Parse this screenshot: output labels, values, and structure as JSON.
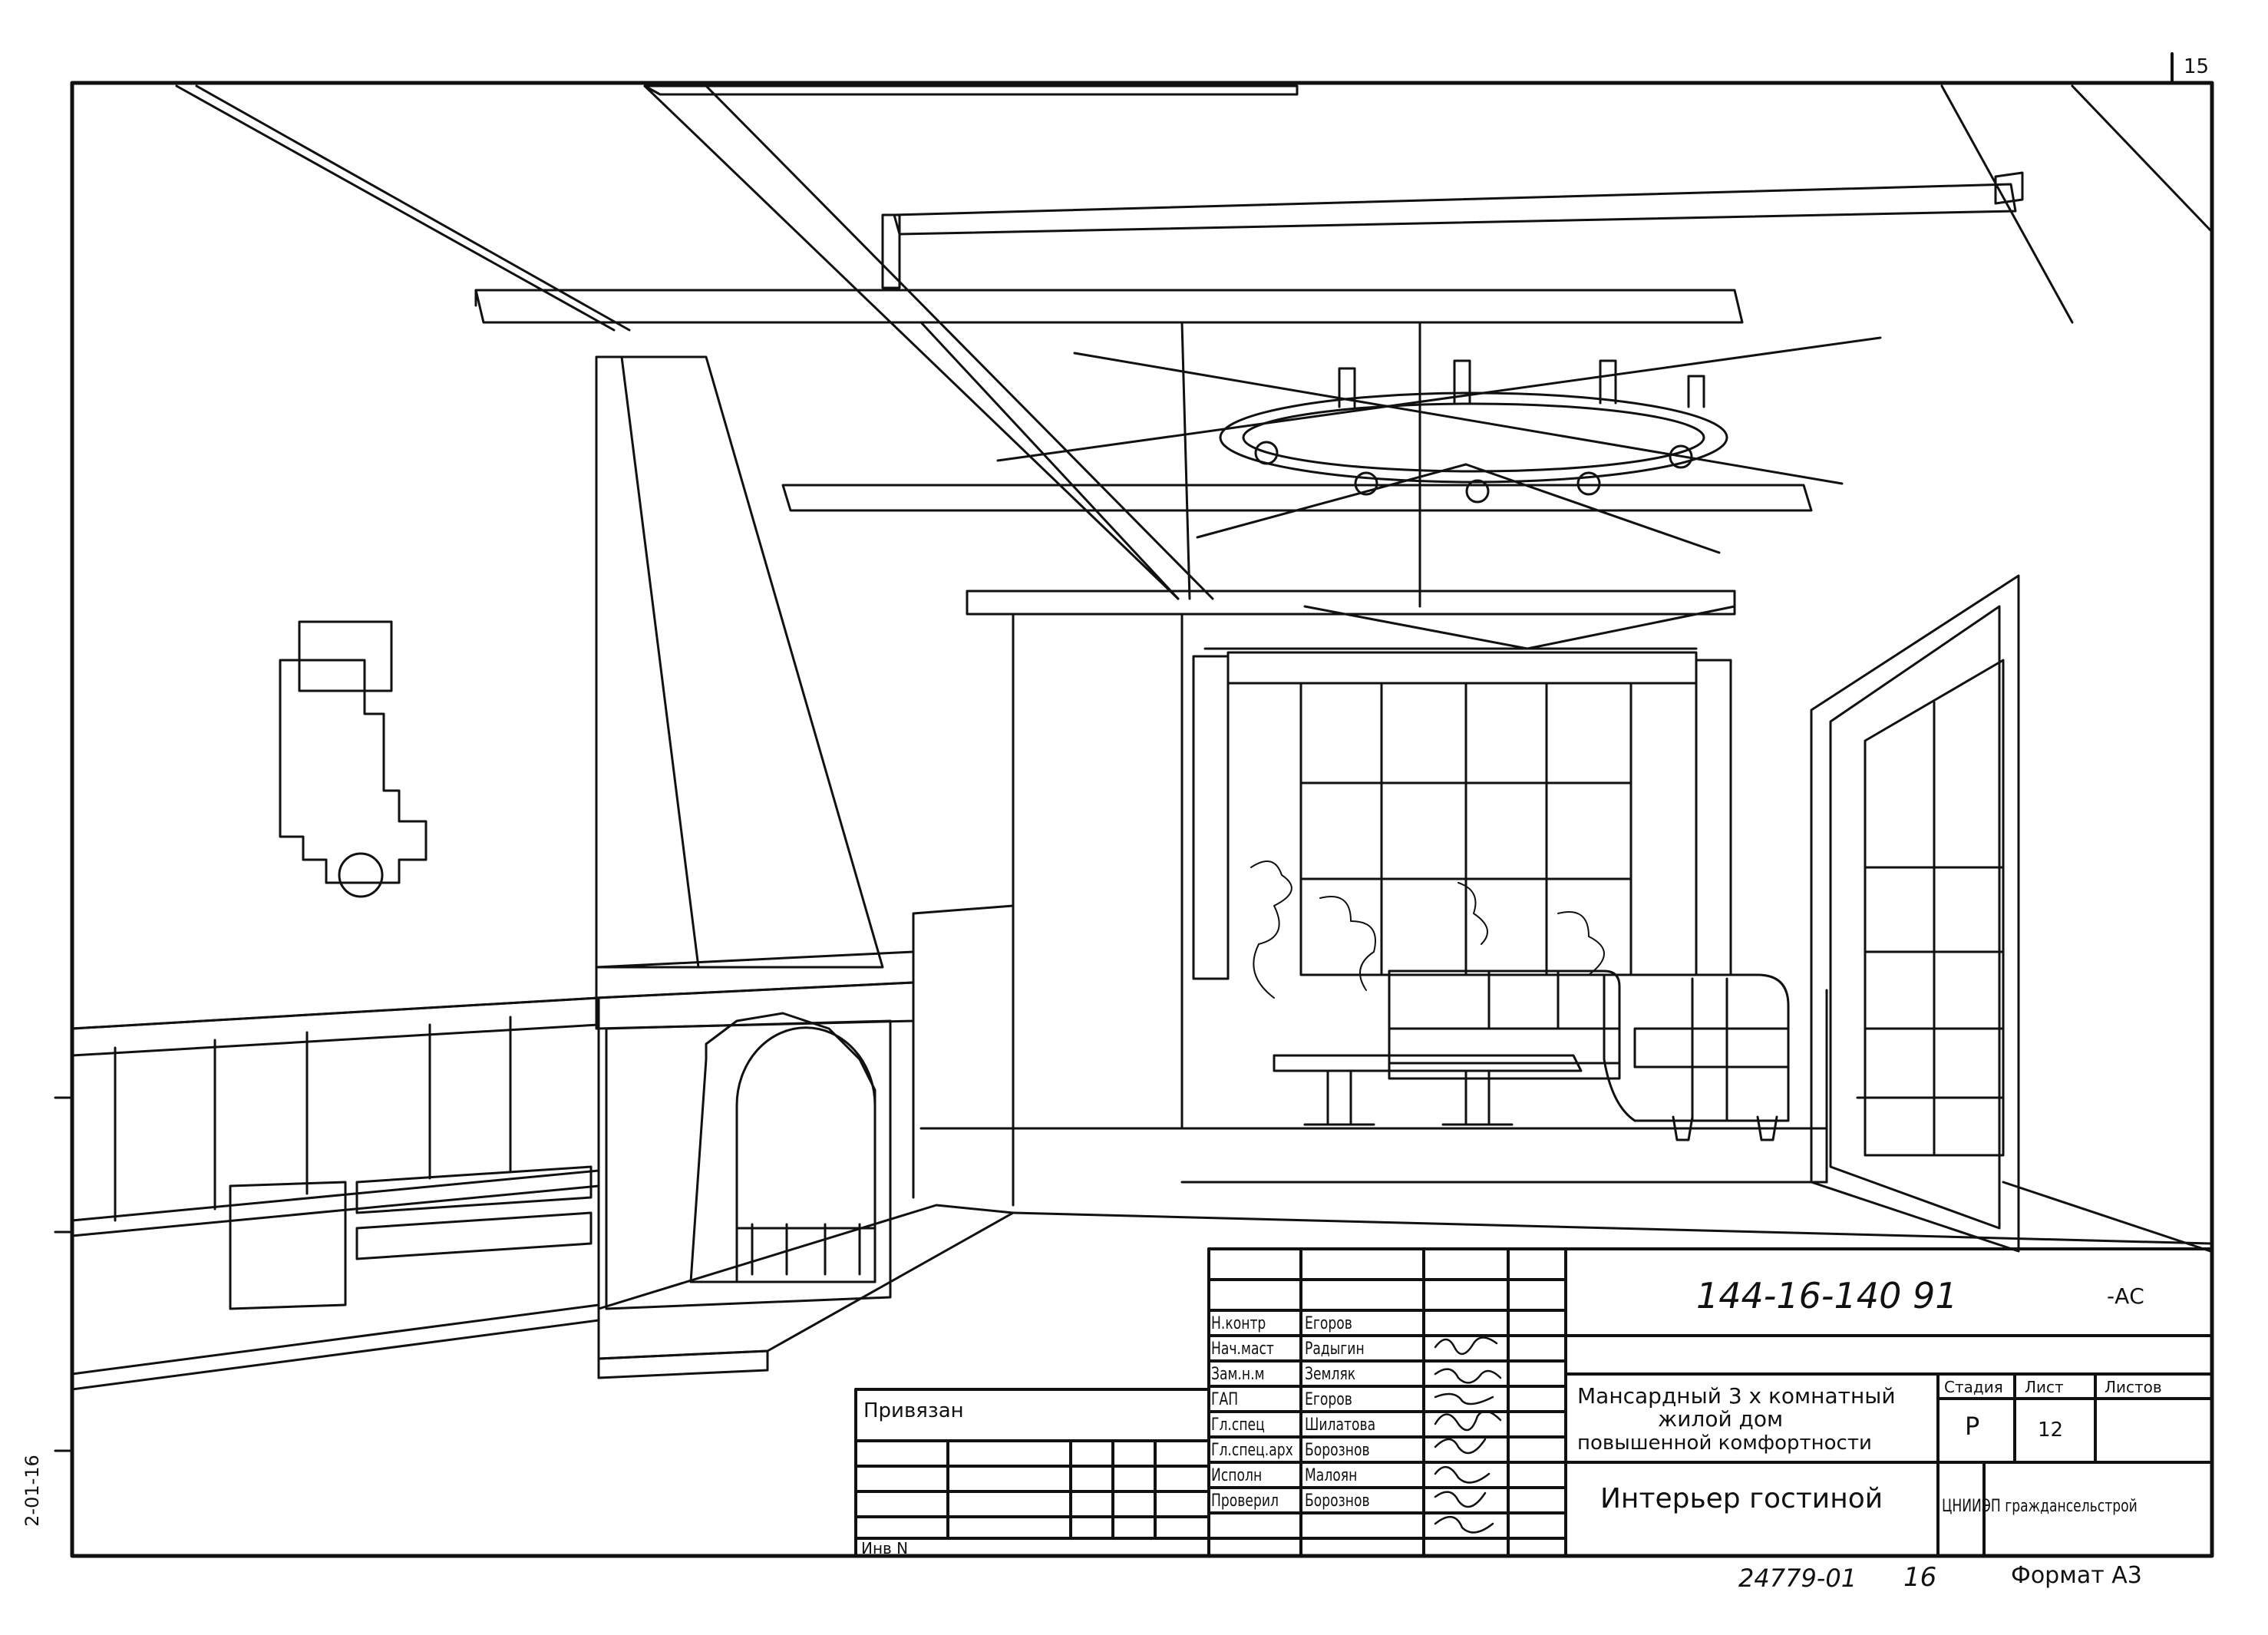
{
  "page_number": "15",
  "doc_code": "144-16-140 91",
  "doc_suffix": "-АС",
  "project_title_lines": [
    "Мансардный 3 х комнатный",
    "жилой дом",
    "повышенной комфортности"
  ],
  "sheet_title": "Интерьер гостиной",
  "stage": {
    "header": "Стадия",
    "value": "Р"
  },
  "sheet": {
    "header": "Лист",
    "value": "12"
  },
  "sheets_total": {
    "header": "Листов",
    "value": ""
  },
  "organization": "ЦНИИЭП граждансельстрой",
  "attach_label": "Привязан",
  "inv_label": "Инв N",
  "left_margin_code": "2-01-16",
  "signatures": [
    {
      "role": "Н.контр",
      "name": "Егоров"
    },
    {
      "role": "Нач.маст",
      "name": "Радыгин"
    },
    {
      "role": "Зам.н.м",
      "name": "Земляк"
    },
    {
      "role": "ГАП",
      "name": "Егоров"
    },
    {
      "role": "Гл.спец",
      "name": "Шилатова"
    },
    {
      "role": "Гл.спец.арх",
      "name": "Борознов"
    },
    {
      "role": "Исполн",
      "name": "Малоян"
    },
    {
      "role": "Проверил",
      "name": "Борознов"
    }
  ],
  "footer": {
    "archive_no": "24779-01",
    "copy_no": "16",
    "format": "Формат А3"
  }
}
